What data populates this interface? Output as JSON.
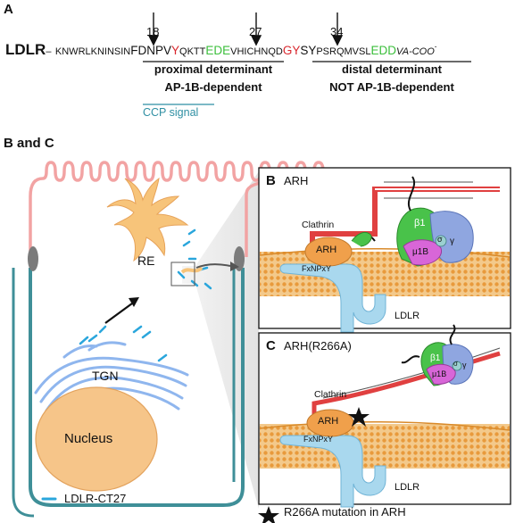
{
  "panel_a": {
    "letter": "A",
    "protein_label": "LDLR",
    "dash": "–",
    "seg_pre": "KNWRLKNINSIN",
    "seg_fdnpv": "FDNPV",
    "seg_y18": "Y",
    "seg_qktt": "QKTT",
    "seg_ede": "EDE",
    "seg_vhichn": "VHICHN",
    "seg_qd": "QD",
    "seg_gy": "GY",
    "seg_sy": "SY",
    "seg_psrqmvsl": "PSRQMVSL",
    "seg_edd": "EDD",
    "seg_vacoo": "VA-COO",
    "seg_minus": "-",
    "pos_18": "18",
    "pos_27": "27",
    "pos_34": "34",
    "proximal_line1": "proximal determinant",
    "proximal_line2": "AP-1B-dependent",
    "distal_line1": "distal determinant",
    "distal_line2": "NOT AP-1B-dependent",
    "ccp_signal": "CCP signal"
  },
  "panel_bc": {
    "title": "B and C",
    "re_label": "RE",
    "tgn_label": "TGN",
    "nucleus_label": "Nucleus",
    "legend_label": "LDLR-CT27",
    "footnote": "R266A mutation in ARH"
  },
  "panel_b": {
    "letter": "B",
    "title": "ARH",
    "clathrin": "Clathrin",
    "arh": "ARH",
    "motif": "FxNPxY",
    "ldlr": "LDLR",
    "beta1": "β1",
    "mu1b": "μ1B",
    "sigma": "σ",
    "gamma": "γ"
  },
  "panel_c": {
    "letter": "C",
    "title": "ARH(R266A)",
    "clathrin": "Clathrin",
    "arh": "ARH",
    "motif": "FxNPxY",
    "ldlr": "LDLR",
    "beta1": "β1",
    "mu1b": "μ1B",
    "sigma": "σ",
    "gamma": "γ"
  },
  "colors": {
    "red": "#d9272e",
    "green": "#3bbf3b",
    "teal": "#2f8fa3",
    "membrane": "#e9a84a",
    "arh": "#f0a04b",
    "ldlr": "#9fd3ec",
    "clathrin": "#e04040",
    "beta": "#49c24a",
    "mu": "#d866d8",
    "gamma": "#8fa6e0"
  }
}
